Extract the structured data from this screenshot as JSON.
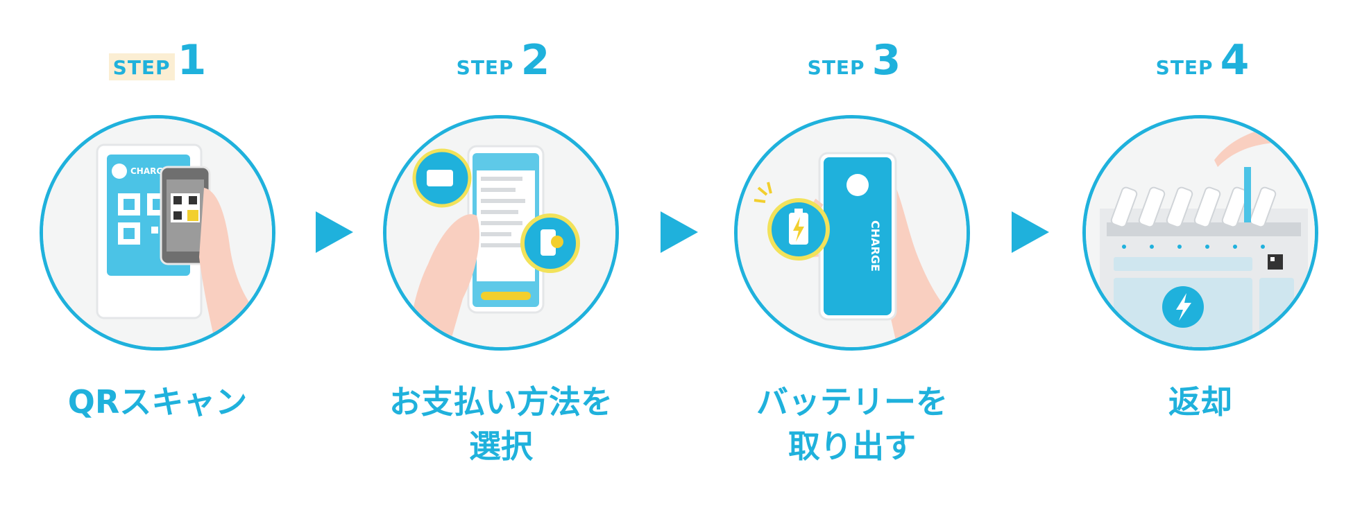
{
  "brand_color": "#1fb1dc",
  "highlight_color": "#fbeed3",
  "steps": [
    {
      "label": "STEP",
      "number": "1",
      "caption_line1": "QRスキャン",
      "caption_line2": "",
      "icon": "qr-scan-icon",
      "brand_text": "CHARGE"
    },
    {
      "label": "STEP",
      "number": "2",
      "caption_line1": "お支払い方法を",
      "caption_line2": "選択",
      "icon": "payment-method-icon"
    },
    {
      "label": "STEP",
      "number": "3",
      "caption_line1": "バッテリーを",
      "caption_line2": "取り出す",
      "icon": "battery-takeout-icon",
      "brand_text": "CHARGE"
    },
    {
      "label": "STEP",
      "number": "4",
      "caption_line1": "返却",
      "caption_line2": "",
      "icon": "return-battery-icon"
    }
  ]
}
